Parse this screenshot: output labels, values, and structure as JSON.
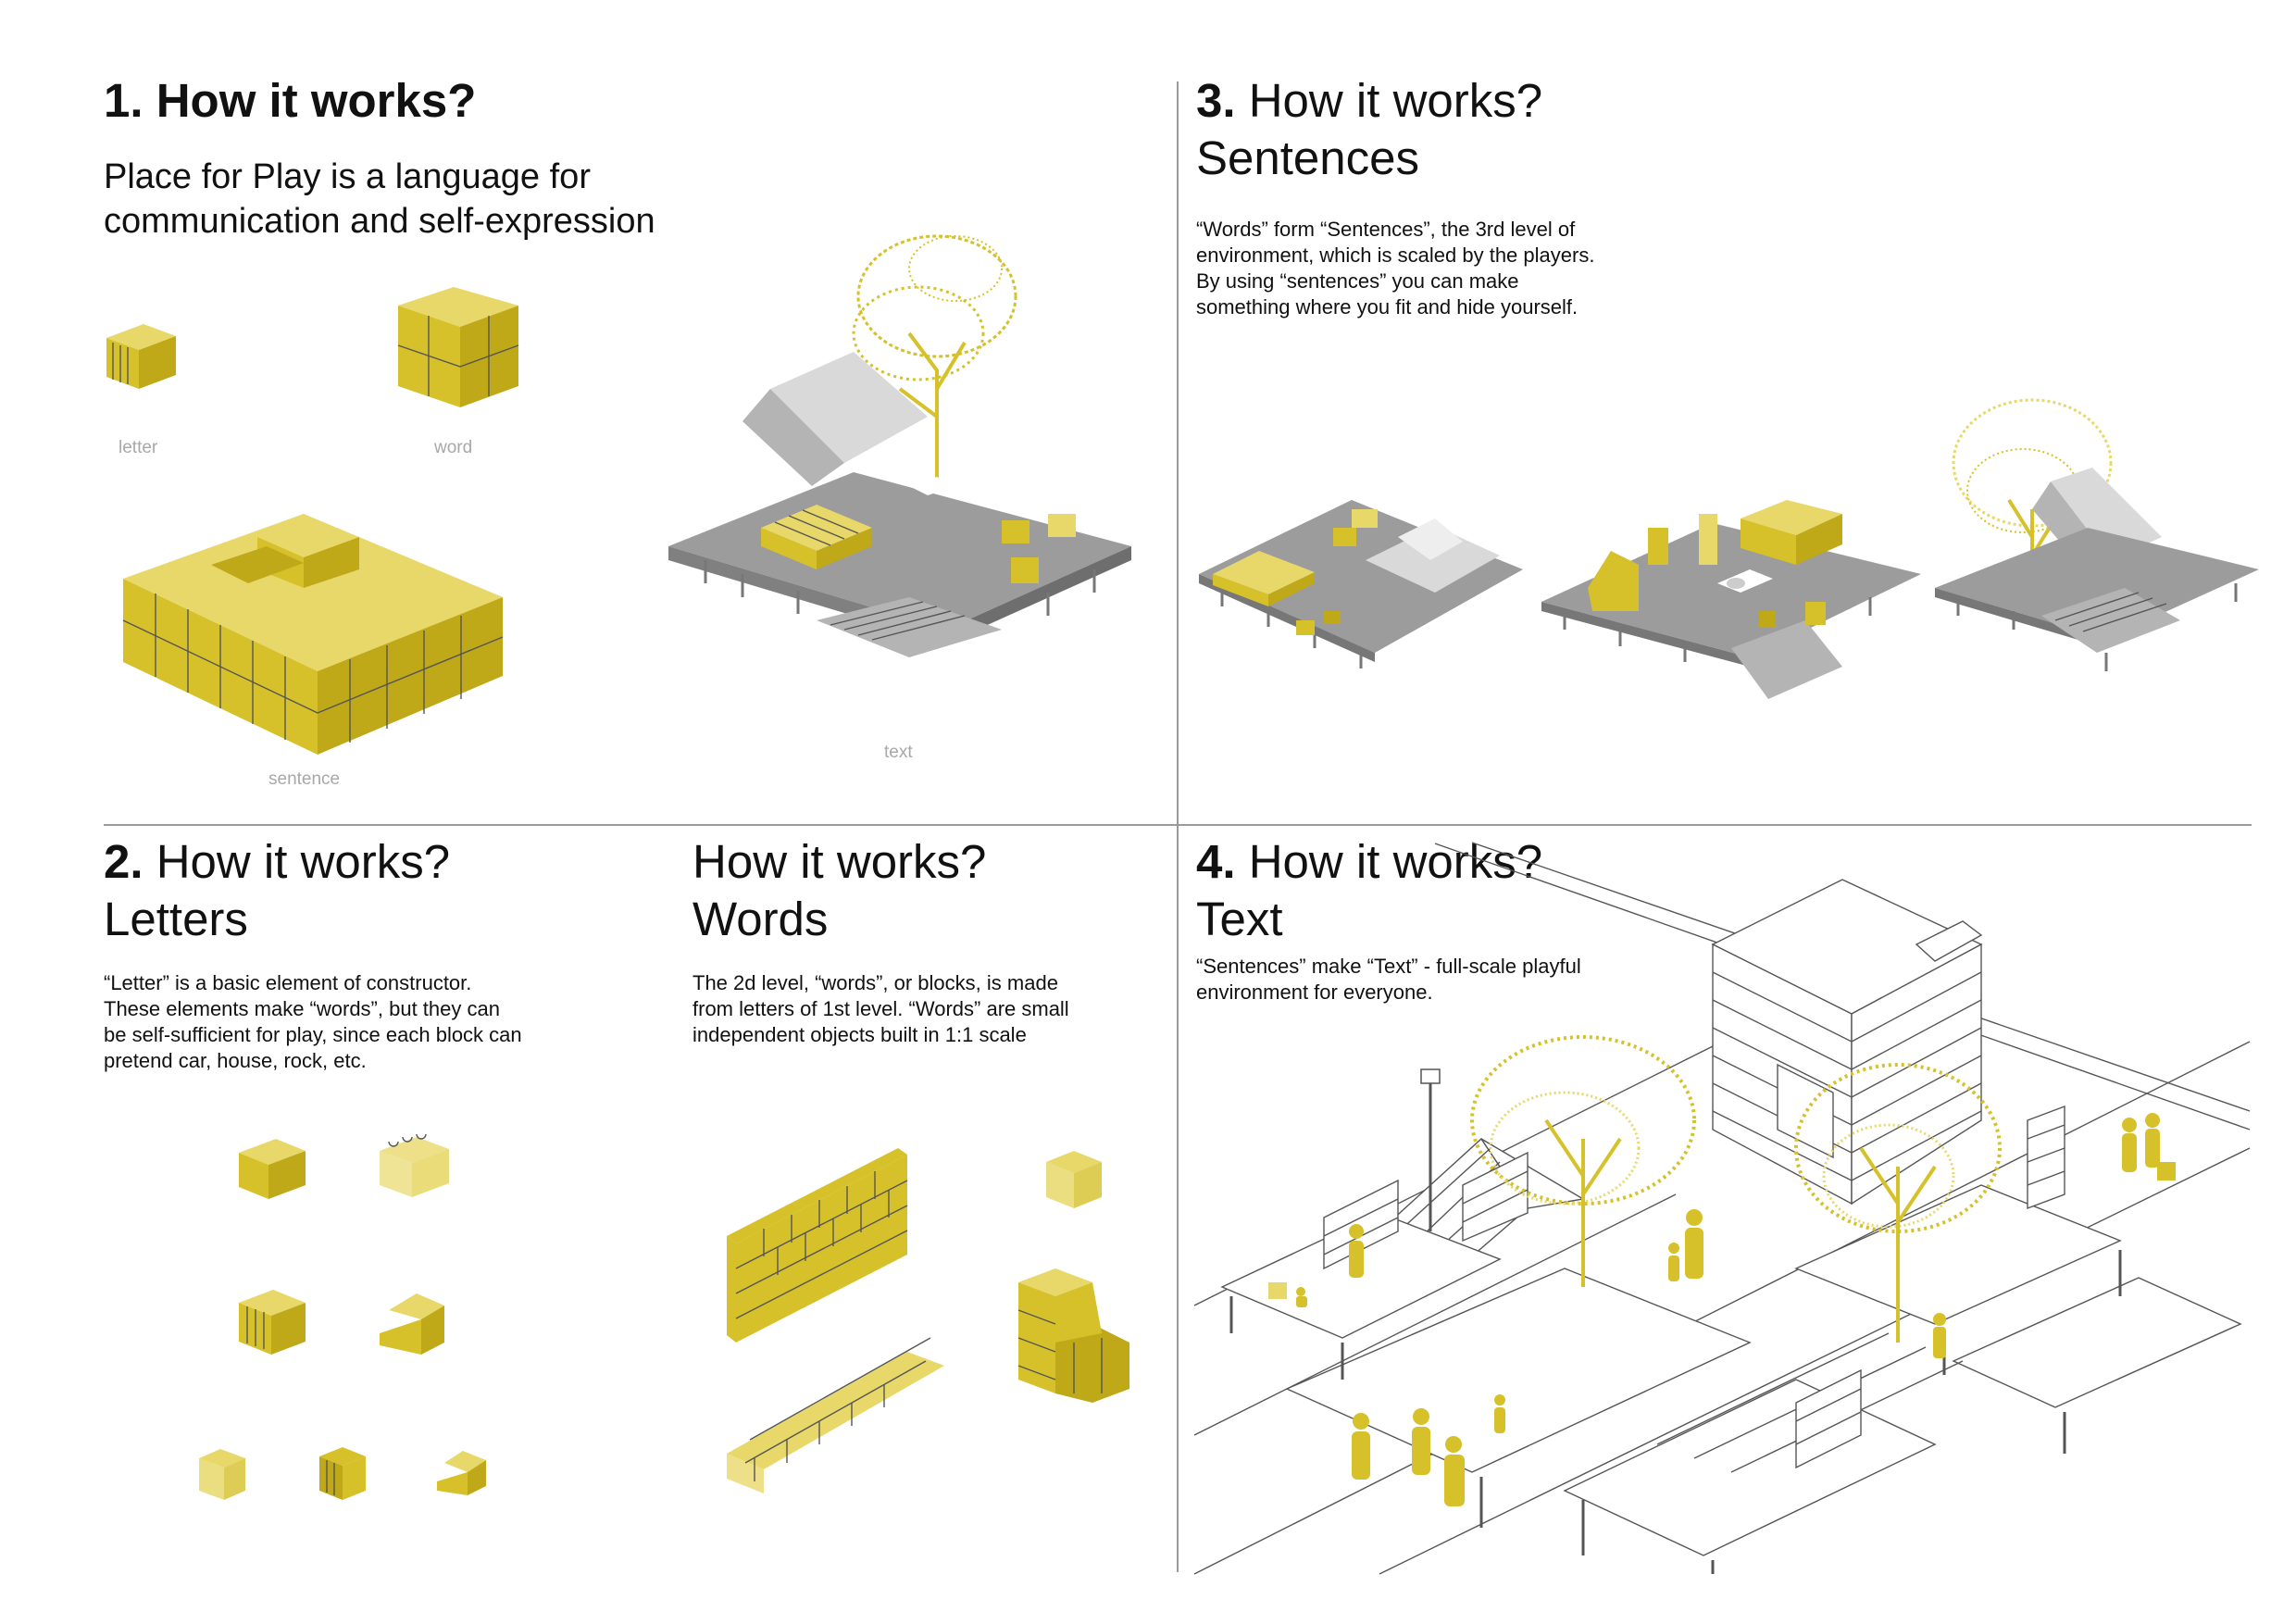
{
  "panel1": {
    "number": "1.",
    "heading": " How it works?",
    "lead_line1": "Place for Play is a language for",
    "lead_line2": "communication and self-expression",
    "captions": {
      "letter": "letter",
      "word": "word",
      "sentence": "sentence",
      "text": "text"
    }
  },
  "panel2": {
    "number": "2.",
    "heading": " How it works?",
    "subtitle": "Letters",
    "body_lines": [
      "“Letter” is a basic element of constructor.",
      "These elements make “words”, but they can",
      "be self-sufficient for play, since each block can",
      "pretend car, house, rock, etc."
    ]
  },
  "panel_words": {
    "heading": "How it works?",
    "subtitle": "Words",
    "body_lines": [
      "The 2d level, “words”, or blocks, is made",
      "from letters of 1st level. “Words” are small",
      "independent objects built in 1:1 scale"
    ]
  },
  "panel3": {
    "number": "3.",
    "heading": " How it works?",
    "subtitle": "Sentences",
    "body_lines": [
      "“Words” form “Sentences”, the 3rd level of",
      "environment, which is scaled by the players.",
      "By using “sentences” you can make",
      "something where you fit and hide yourself."
    ]
  },
  "panel4": {
    "number": "4.",
    "heading": " How it works?",
    "subtitle": "Text",
    "body_lines": [
      "“Sentences” make “Text” - full-scale playful",
      "environment for everyone."
    ]
  },
  "colors": {
    "accent_yellow": "#d6c12a",
    "dark_yellow": "#bfa919",
    "light_yellow": "#e8d86a",
    "platform_grey": "#9c9c9c",
    "divider_grey": "#9a9a9a",
    "caption_grey": "#a8a8a8"
  }
}
